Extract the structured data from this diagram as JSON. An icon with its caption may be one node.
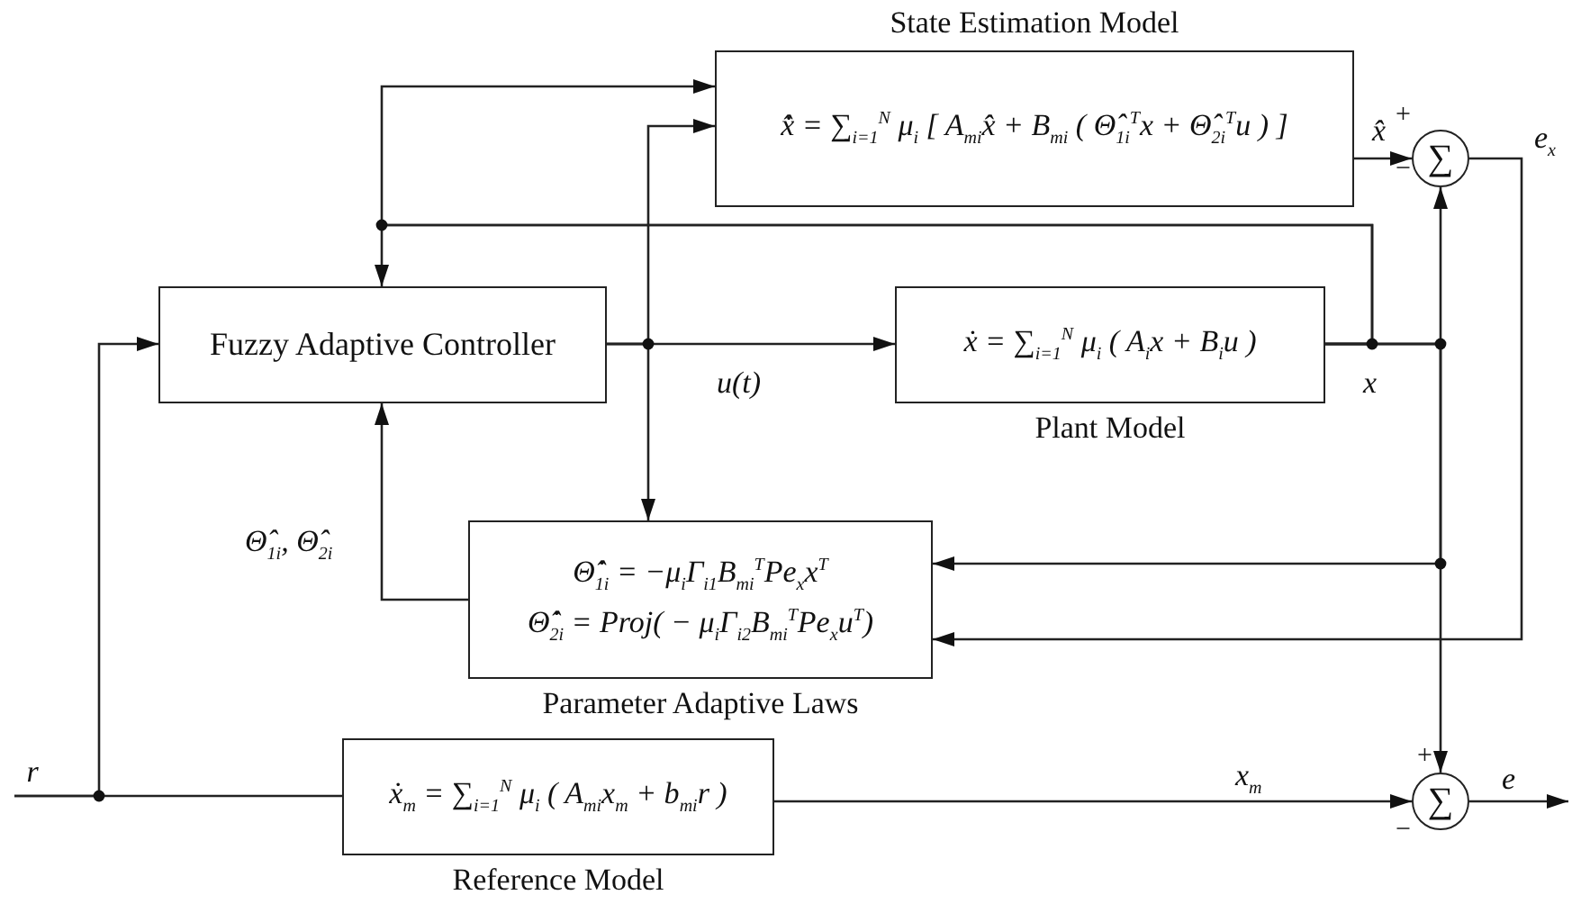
{
  "diagram": {
    "nodes": [
      {
        "text": [
          "State Estimation Model",
          "x̂̇ = ∑$_{i=1}$$^{N}$ μ$_{i}$ [ A$_{mi}$x̂ + B$_{mi}$ ( Θ̂$_{1i}$$^{T}$x + Θ̂$_{2i}$$^{T}$u ) ]"
        ]
      },
      {
        "text": [
          "∑"
        ],
        "beside": [
          "+",
          "−"
        ]
      },
      {
        "text": [
          "Fuzzy Adaptive Controller"
        ]
      },
      {
        "text": [
          "ẋ = ∑$_{i=1}$$^{N}$ μ$_{i}$ ( A$_{i}$x + B$_{i}$u )",
          "Plant Model"
        ]
      },
      {
        "text": [
          "Θ̂̇$_{1i}$ = −μ$_{i}$Γ$_{i1}$B$_{mi}$$^{T}$Pe$_{x}$x$^{T}$",
          "Θ̂̇$_{2i}$ = Proj( − μ$_{i}$Γ$_{i2}$B$_{mi}$$^{T}$Pe$_{x}$u$^{T}$)",
          "Parameter Adaptive Laws"
        ]
      },
      {
        "text": [
          "ẋ$_{m}$ = ∑$_{i=1}$$^{N}$ μ$_{i}$ ( A$_{mi}$x$_{m}$ + b$_{mi}$r )",
          "Reference Model"
        ]
      },
      {
        "text": [
          "∑"
        ],
        "beside": [
          "+",
          "−"
        ]
      },
      {
        "text": [
          "r"
        ]
      }
    ],
    "edges": [
      {
        "from": 2,
        "to": 3,
        "arrow": "to",
        "label": "u(t)"
      },
      {
        "from": 2,
        "to": 0,
        "arrow": "to"
      },
      {
        "from": 2,
        "to": 4,
        "arrow": "to"
      },
      {
        "from": 3,
        "to": 2,
        "arrow": "to"
      },
      {
        "from": 3,
        "to": 0,
        "arrow": "to"
      },
      {
        "from": 3,
        "to": 1,
        "arrow": "to"
      },
      {
        "from": 3,
        "to": 6,
        "arrow": "to"
      },
      {
        "from": 3,
        "to": 4,
        "arrow": "to"
      },
      {
        "from": 1,
        "to": 4,
        "arrow": "to",
        "label": "e$_{x}$"
      },
      {
        "from": 0,
        "to": 1,
        "arrow": "to",
        "label": "x̂"
      },
      {
        "from": 4,
        "to": 2,
        "arrow": "to",
        "label": "Θ̂$_{1i}$, Θ̂$_{2i}$"
      },
      {
        "from": 7,
        "to": 5,
        "arrow": "none"
      },
      {
        "from": 7,
        "to": 2,
        "arrow": "to"
      },
      {
        "from": 5,
        "to": 6,
        "arrow": "to",
        "label": "x$_{m}$"
      },
      {
        "from": 6,
        "to": null,
        "arrow": "to",
        "label": "e"
      }
    ],
    "labels": [
      "x"
    ]
  }
}
